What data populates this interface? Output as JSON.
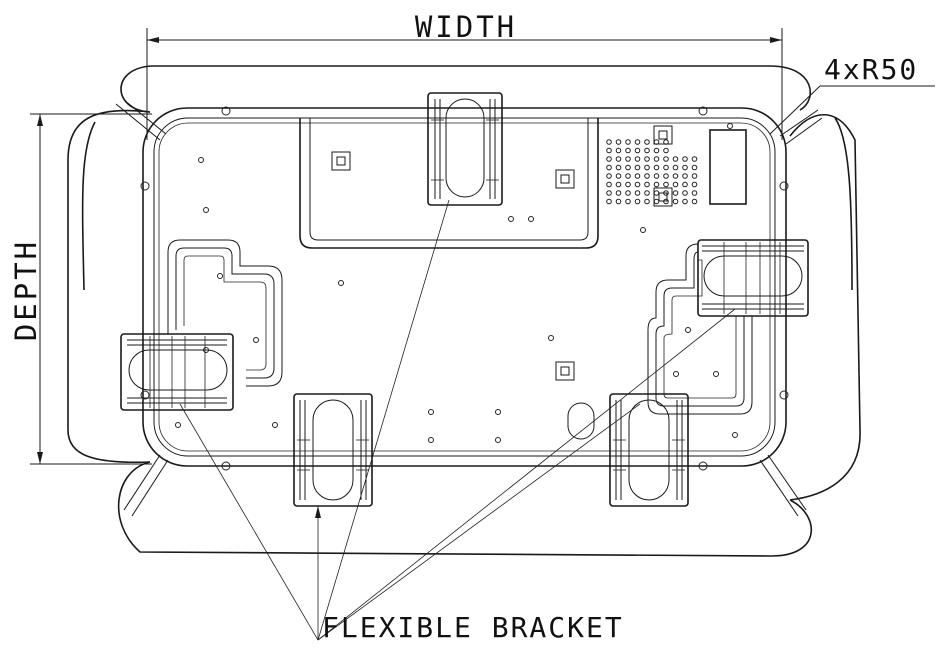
{
  "labels": {
    "width": "WIDTH",
    "depth": "DEPTH",
    "radius": "4xR50",
    "bracket": "FLEXIBLE BRACKET"
  },
  "colors": {
    "line": "#1a1a1a",
    "background": "#ffffff"
  }
}
